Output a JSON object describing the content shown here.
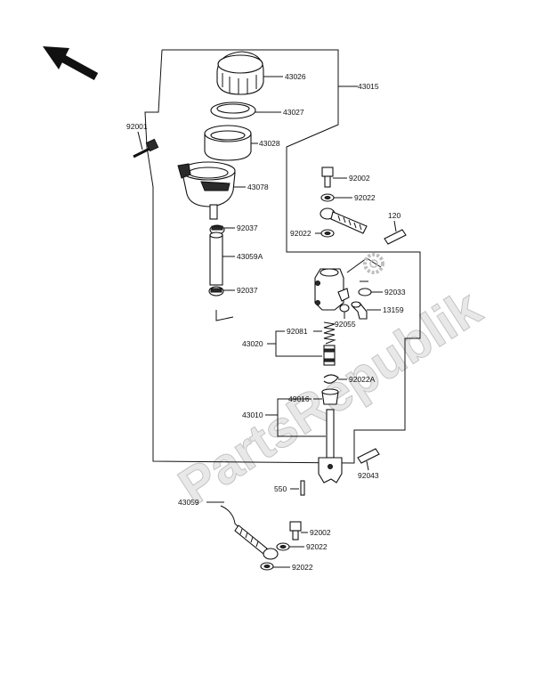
{
  "watermark": "PartsRepublik",
  "labels": {
    "p43026": "43026",
    "p43015": "43015",
    "p43027": "43027",
    "p92001": "92001",
    "p43028": "43028",
    "p43078": "43078",
    "p92002a": "92002",
    "p92022a": "92022",
    "p120": "120",
    "p92037a": "92037",
    "p92022b": "92022",
    "p43059A": "43059A",
    "p92037b": "92037",
    "p92033": "92033",
    "p13159": "13159",
    "p92055": "92055",
    "p92081": "92081",
    "p43020": "43020",
    "p92022A": "92022A",
    "p49016": "49016",
    "p43010": "43010",
    "p92043": "92043",
    "p550": "550",
    "p43059": "43059",
    "p92002b": "92002",
    "p92022c": "92022",
    "p92022d": "92022"
  },
  "icons": {
    "direction": "front-arrow-icon",
    "gear": "gear-icon"
  }
}
